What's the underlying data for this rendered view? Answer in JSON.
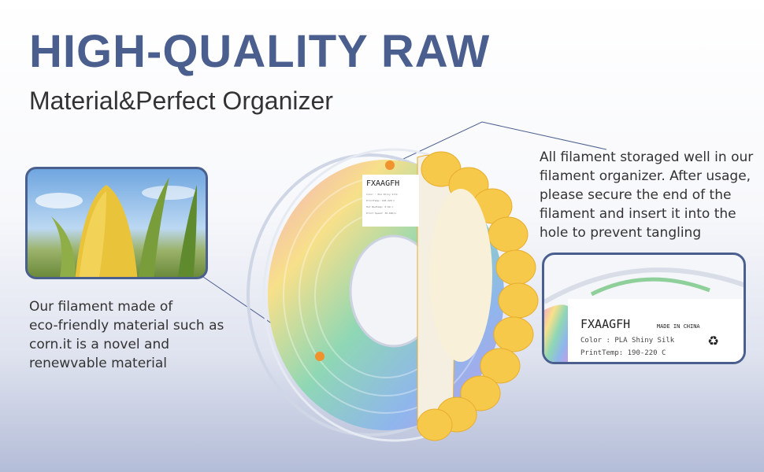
{
  "title": "HIGH-QUALITY RAW",
  "subtitle": "Material&Perfect Organizer",
  "left_text": [
    "Our filament made of",
    "eco-friendly material such as",
    "corn.it is a novel and",
    "renewvable material"
  ],
  "right_text": [
    "All filament storaged well in our",
    "filament organizer. After usage,",
    "please secure the end of the",
    "filament and insert it into the",
    "hole to prevent tangling"
  ],
  "spool_label": {
    "brand": "FXAAGFH",
    "color": "Color : PLA Shiny Silk",
    "print_temp": "PrintTemp: 190-220 C",
    "bed_temp": "Hot BedTemp: 0-60 C",
    "print_speed": "Print Speed: 30-60m/s"
  },
  "inset_label": {
    "brand": "FXAAGFH",
    "origin": "MADE IN CHINA",
    "color": "Color : PLA Shiny Silk",
    "print_temp": "PrintTemp: 190-220 C"
  },
  "colors": {
    "accent": "#4b5f8f",
    "marker": "#f0922e"
  }
}
